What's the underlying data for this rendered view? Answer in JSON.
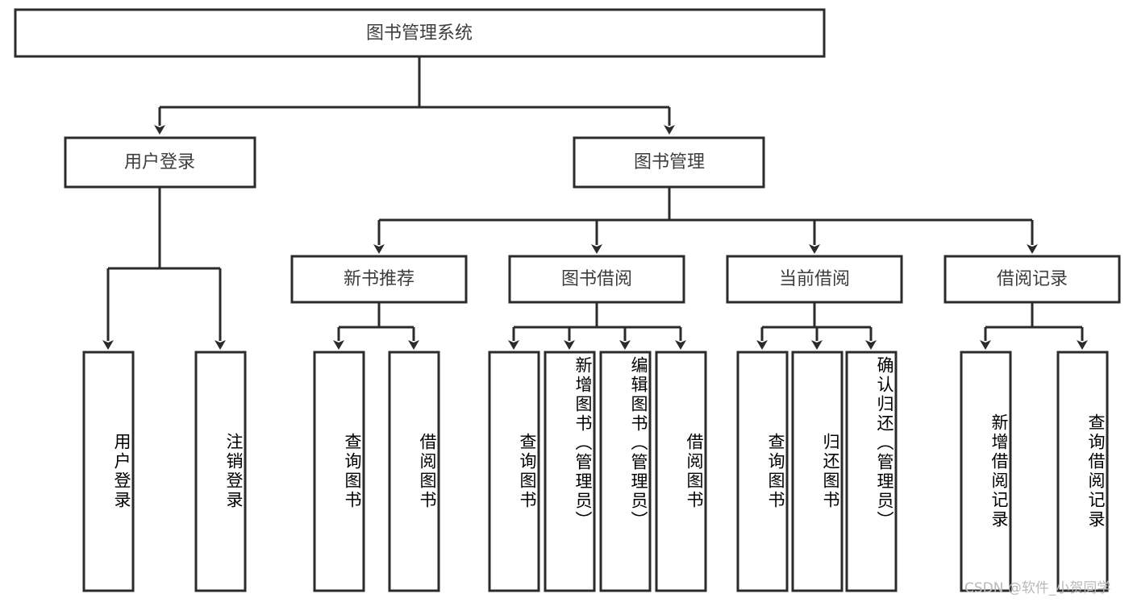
{
  "diagram": {
    "type": "tree",
    "title": "图书管理系统",
    "watermark": "CSDN @软件_小贺同学",
    "colors": {
      "stroke": "#2b2b2b",
      "fill": "#ffffff",
      "text": "#3d3d3d",
      "watermark": "#b9b9b9"
    },
    "levels": [
      {
        "level": 0,
        "nodes": [
          {
            "id": "root",
            "label": "图书管理系统",
            "orientation": "horizontal"
          }
        ]
      },
      {
        "level": 1,
        "nodes": [
          {
            "id": "login",
            "label": "用户登录",
            "parent": "root",
            "orientation": "horizontal"
          },
          {
            "id": "bookmgmt",
            "label": "图书管理",
            "parent": "root",
            "orientation": "horizontal"
          }
        ]
      },
      {
        "level": 2,
        "nodes": [
          {
            "id": "newbook",
            "label": "新书推荐",
            "parent": "bookmgmt",
            "orientation": "horizontal"
          },
          {
            "id": "borrow",
            "label": "图书借阅",
            "parent": "bookmgmt",
            "orientation": "horizontal"
          },
          {
            "id": "current",
            "label": "当前借阅",
            "parent": "bookmgmt",
            "orientation": "horizontal"
          },
          {
            "id": "record",
            "label": "借阅记录",
            "parent": "bookmgmt",
            "orientation": "horizontal"
          }
        ]
      },
      {
        "level": 3,
        "nodes": [
          {
            "id": "leaf1",
            "label": "用户登录",
            "parent": "login",
            "orientation": "vertical"
          },
          {
            "id": "leaf2",
            "label": "注销登录",
            "parent": "login",
            "orientation": "vertical"
          },
          {
            "id": "leaf3",
            "label": "查询图书",
            "parent": "newbook",
            "orientation": "vertical"
          },
          {
            "id": "leaf4",
            "label": "借阅图书",
            "parent": "newbook",
            "orientation": "vertical"
          },
          {
            "id": "leaf5",
            "label": "查询图书",
            "parent": "borrow",
            "orientation": "vertical"
          },
          {
            "id": "leaf6",
            "label": "新增图书（管理员）",
            "parent": "borrow",
            "orientation": "vertical"
          },
          {
            "id": "leaf7",
            "label": "编辑图书（管理员）",
            "parent": "borrow",
            "orientation": "vertical"
          },
          {
            "id": "leaf8",
            "label": "借阅图书",
            "parent": "borrow",
            "orientation": "vertical"
          },
          {
            "id": "leaf9",
            "label": "查询图书",
            "parent": "current",
            "orientation": "vertical"
          },
          {
            "id": "leaf10",
            "label": "归还图书",
            "parent": "current",
            "orientation": "vertical"
          },
          {
            "id": "leaf11",
            "label": "确认归还（管理员）",
            "parent": "current",
            "orientation": "vertical"
          },
          {
            "id": "leaf12",
            "label": "新增借阅记录",
            "parent": "record",
            "orientation": "vertical"
          },
          {
            "id": "leaf13",
            "label": "查询借阅记录",
            "parent": "record",
            "orientation": "vertical"
          }
        ]
      }
    ]
  }
}
